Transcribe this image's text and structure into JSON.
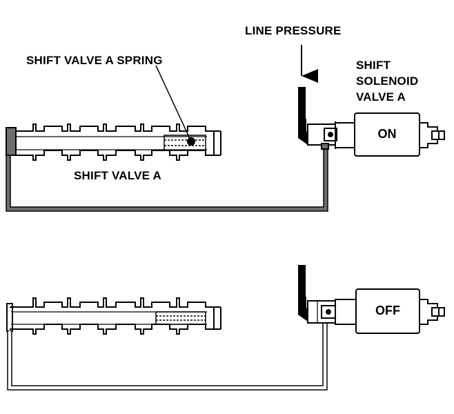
{
  "labels": {
    "line_pressure": "LINE PRESSURE",
    "spring": "SHIFT VALVE A SPRING",
    "shift_valve": "SHIFT VALVE A",
    "solenoid": [
      "SHIFT",
      "SOLENOID",
      "VALVE A"
    ]
  },
  "states": {
    "top": "ON",
    "bottom": "OFF"
  },
  "colors": {
    "ink": "#000000",
    "pressure_fill": "#6e6e6e"
  }
}
